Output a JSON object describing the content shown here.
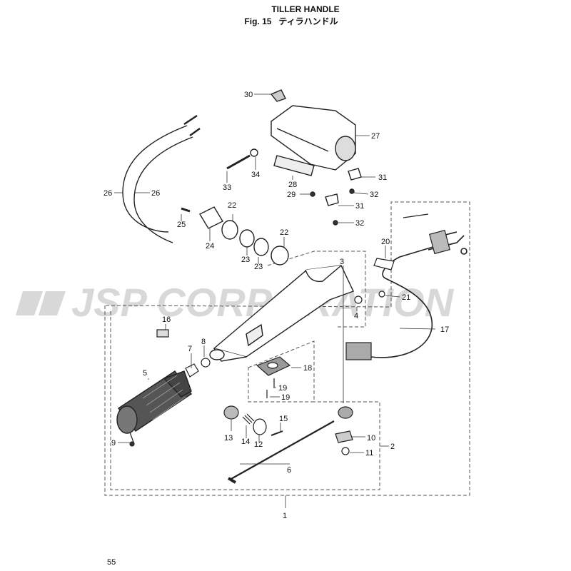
{
  "header": {
    "title": "TILLER HANDLE",
    "fig": "Fig. 15",
    "fig_jp": "ティラハンドル"
  },
  "watermark": "JSP CORPORATION",
  "page_number": "55",
  "callouts": {
    "n1": "1",
    "n2": "2",
    "n3": "3",
    "n4": "4",
    "n5": "5",
    "n6": "6",
    "n7": "7",
    "n8": "8",
    "n9": "9",
    "n10": "10",
    "n11": "11",
    "n12": "12",
    "n13": "13",
    "n14": "14",
    "n15": "15",
    "n16": "16",
    "n17": "17",
    "n18": "18",
    "n19a": "19",
    "n19b": "19",
    "n20": "20",
    "n21": "21",
    "n22a": "22",
    "n22b": "22",
    "n23a": "23",
    "n23b": "23",
    "n24": "24",
    "n25": "25",
    "n26a": "26",
    "n26b": "26",
    "n27": "27",
    "n28": "28",
    "n29": "29",
    "n30": "30",
    "n31a": "31",
    "n31b": "31",
    "n32a": "32",
    "n32b": "32",
    "n33": "33",
    "n34": "34"
  }
}
